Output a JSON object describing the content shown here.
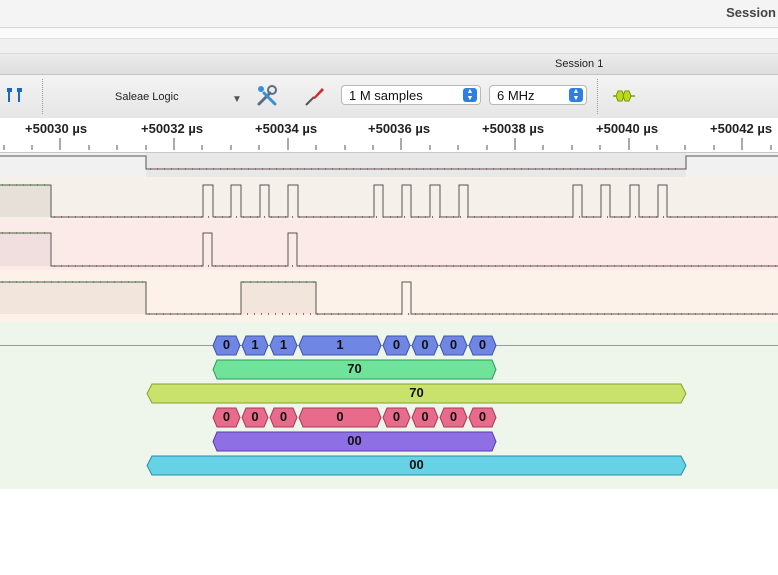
{
  "window": {
    "title": "Session"
  },
  "session": {
    "tab_label": "Session 1"
  },
  "toolbar": {
    "device_name": "Saleae Logic",
    "samples": "1 M samples",
    "rate": "6 MHz"
  },
  "ruler": {
    "ticks": [
      "+50030 µs",
      "+50032 µs",
      "+50034 µs",
      "+50036 µs",
      "+50038 µs",
      "+50040 µs",
      "+50042 µs"
    ]
  },
  "decoders": {
    "row1": [
      "0",
      "1",
      "1",
      "1",
      "0",
      "0",
      "0",
      "0"
    ],
    "row2": "70",
    "row3": "70",
    "row4": [
      "0",
      "0",
      "0",
      "0",
      "0",
      "0",
      "0",
      "0"
    ],
    "row5": "00",
    "row6": "00"
  },
  "colors": {
    "bit_blue": "#6f86e4",
    "byte_green": "#6fe39a",
    "frame_lime": "#c8e26c",
    "bit_pink": "#e86b8c",
    "byte_purple": "#8f6fe4",
    "frame_cyan": "#66d2e6"
  }
}
